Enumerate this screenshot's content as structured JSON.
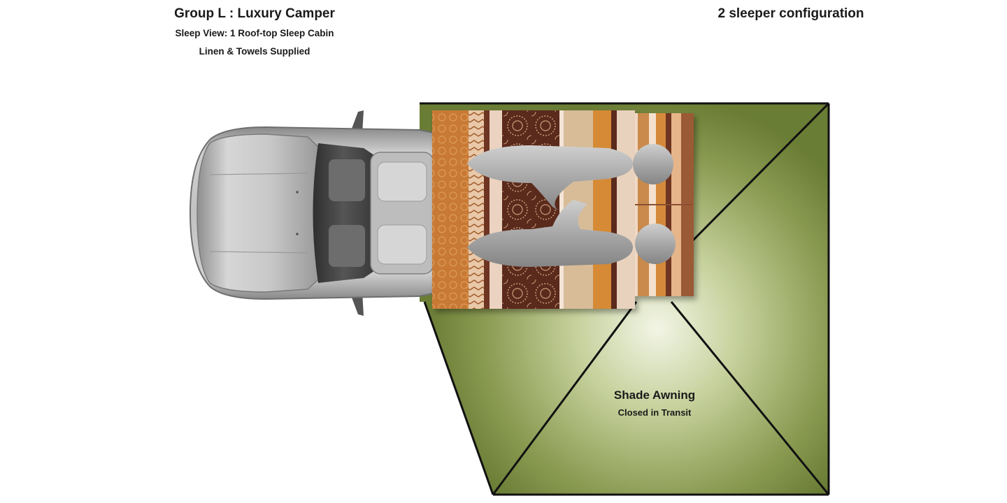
{
  "header": {
    "title": "Group L : Luxury Camper",
    "subtitle": "Sleep View: 1 Roof-top Sleep Cabin",
    "linen_note": "Linen & Towels Supplied",
    "configuration": "2 sleeper configuration"
  },
  "awning": {
    "label": "Shade Awning",
    "status": "Closed in Transit"
  },
  "colors": {
    "awning_green": "#6a7d35",
    "awning_light": "#eef2df",
    "vehicle_silver": "#b8b8b8",
    "bedding_orange": "#c87f3a",
    "bedding_brown": "#5a2a1c",
    "sleeper_gray": "#a9a9a9"
  },
  "diagram": {
    "sleeper_count": 2,
    "vehicle": "pickup-truck-top-view",
    "cabin": "roof-top-sleep-cabin"
  }
}
